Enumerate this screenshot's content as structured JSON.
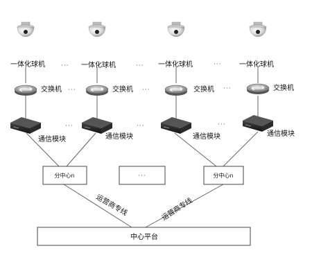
{
  "labels": {
    "camera": "一体化球机",
    "switch": "交换机",
    "comm_module": "通信模块",
    "sub_center_1": "分中心n",
    "sub_center_2": "分中心n",
    "ellipsis": "···",
    "box_ellipsis": "···",
    "carrier_line_left": "运营商专线",
    "carrier_line_right": "运营商专线",
    "center_platform": "中心平台"
  },
  "icons": {
    "camera": "dome-camera-icon",
    "switch": "network-switch-icon",
    "comm_module": "communication-module-icon"
  },
  "colors": {
    "line": "#666666",
    "device_dark": "#1e1e1e",
    "switch_body": "#9a9a9a"
  }
}
